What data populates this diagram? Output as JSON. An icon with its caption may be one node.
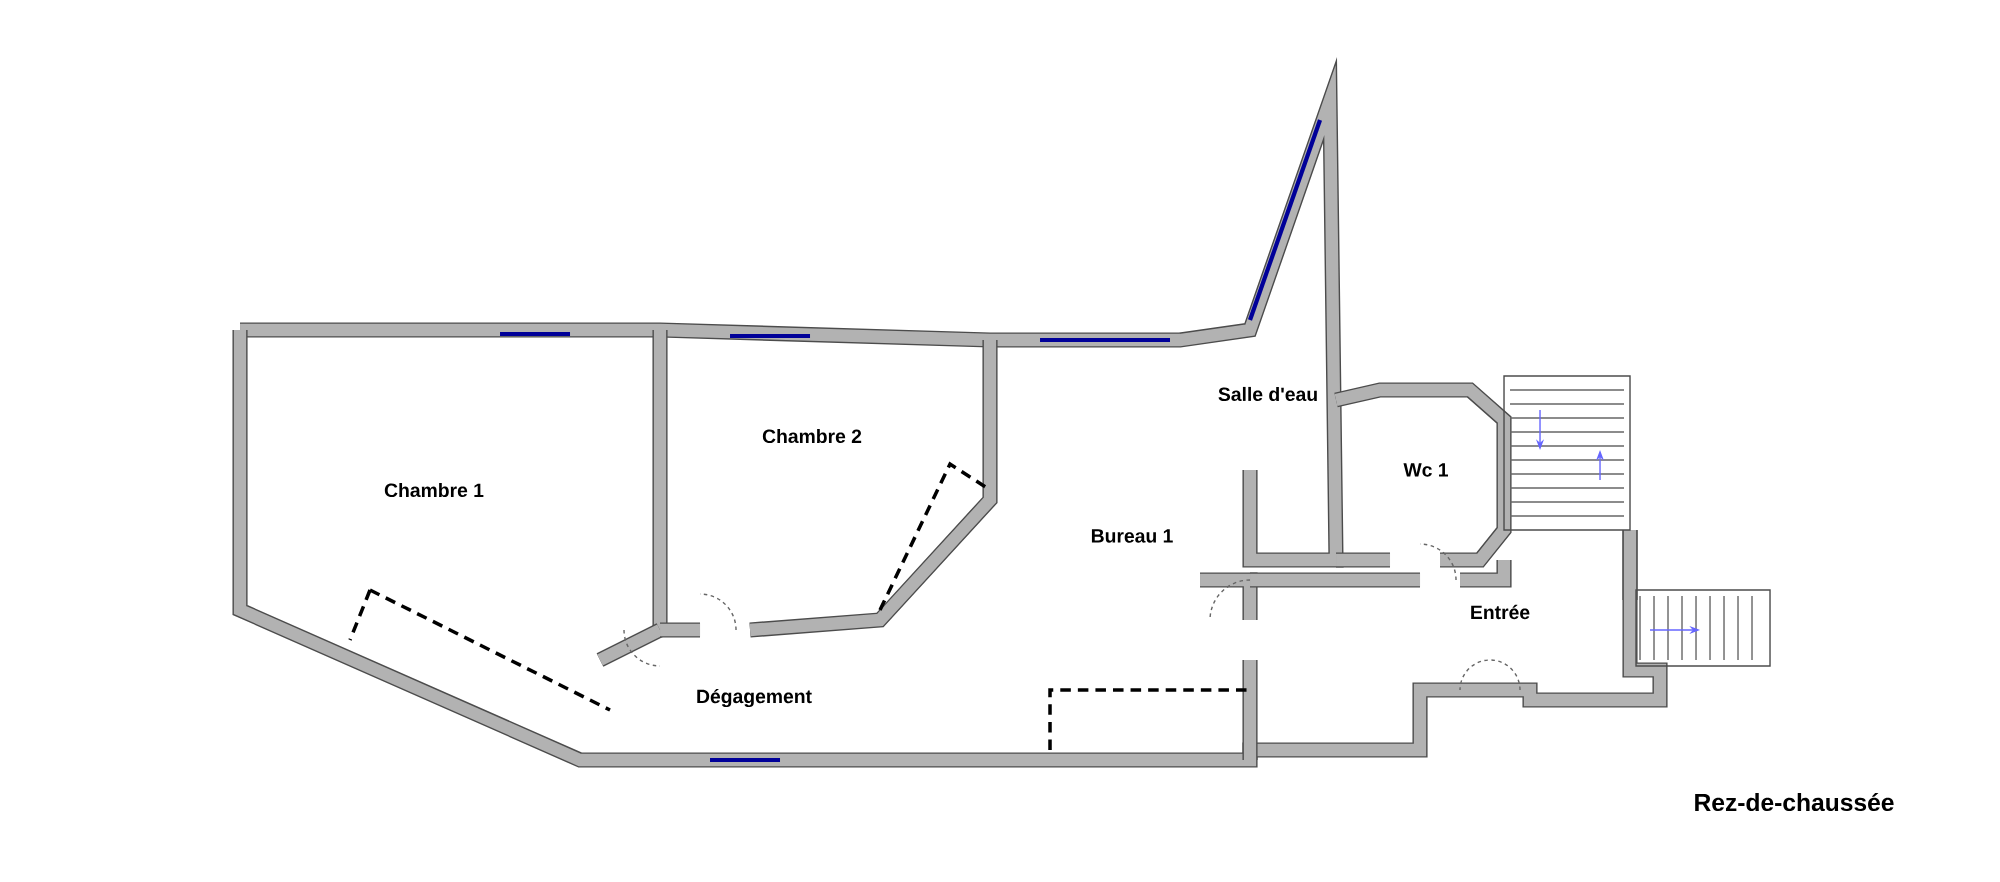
{
  "diagram": {
    "labels": [
      "Chambre 2",
      "Salle d'eau",
      "Chambre 1",
      "Wc 1",
      "Bureau 1",
      "Entrée",
      "Dégagement",
      "Rez-de-chaussée"
    ]
  }
}
